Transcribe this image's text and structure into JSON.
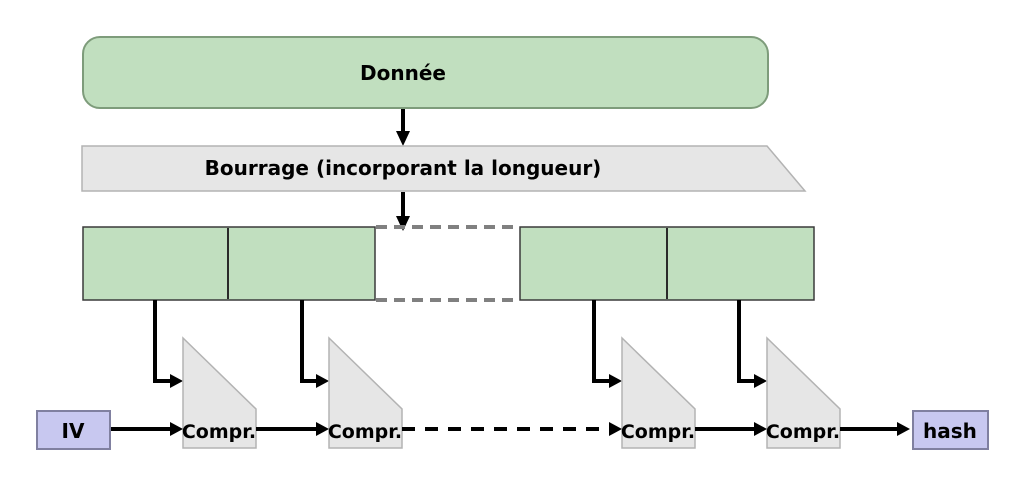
{
  "diagram": {
    "data_block_label": "Donnée",
    "padding_label": "Bourrage (incorporant la longueur)",
    "compr_label": "Compr.",
    "iv_label": "IV",
    "hash_label": "hash"
  },
  "colors": {
    "background": "#ffffff",
    "green_fill": "#c1dfbf",
    "green_border": "#7e9c7b",
    "dark_block_border": "#3a3a3a",
    "divider_dark": "#2a2a2a",
    "gray_fill": "#e6e6e6",
    "gray_border": "#b3b3b3",
    "dash_gray": "#808080",
    "lavender_fill": "#c8c8f0",
    "lavender_border": "#8080a0",
    "arrow_black": "#000000"
  }
}
